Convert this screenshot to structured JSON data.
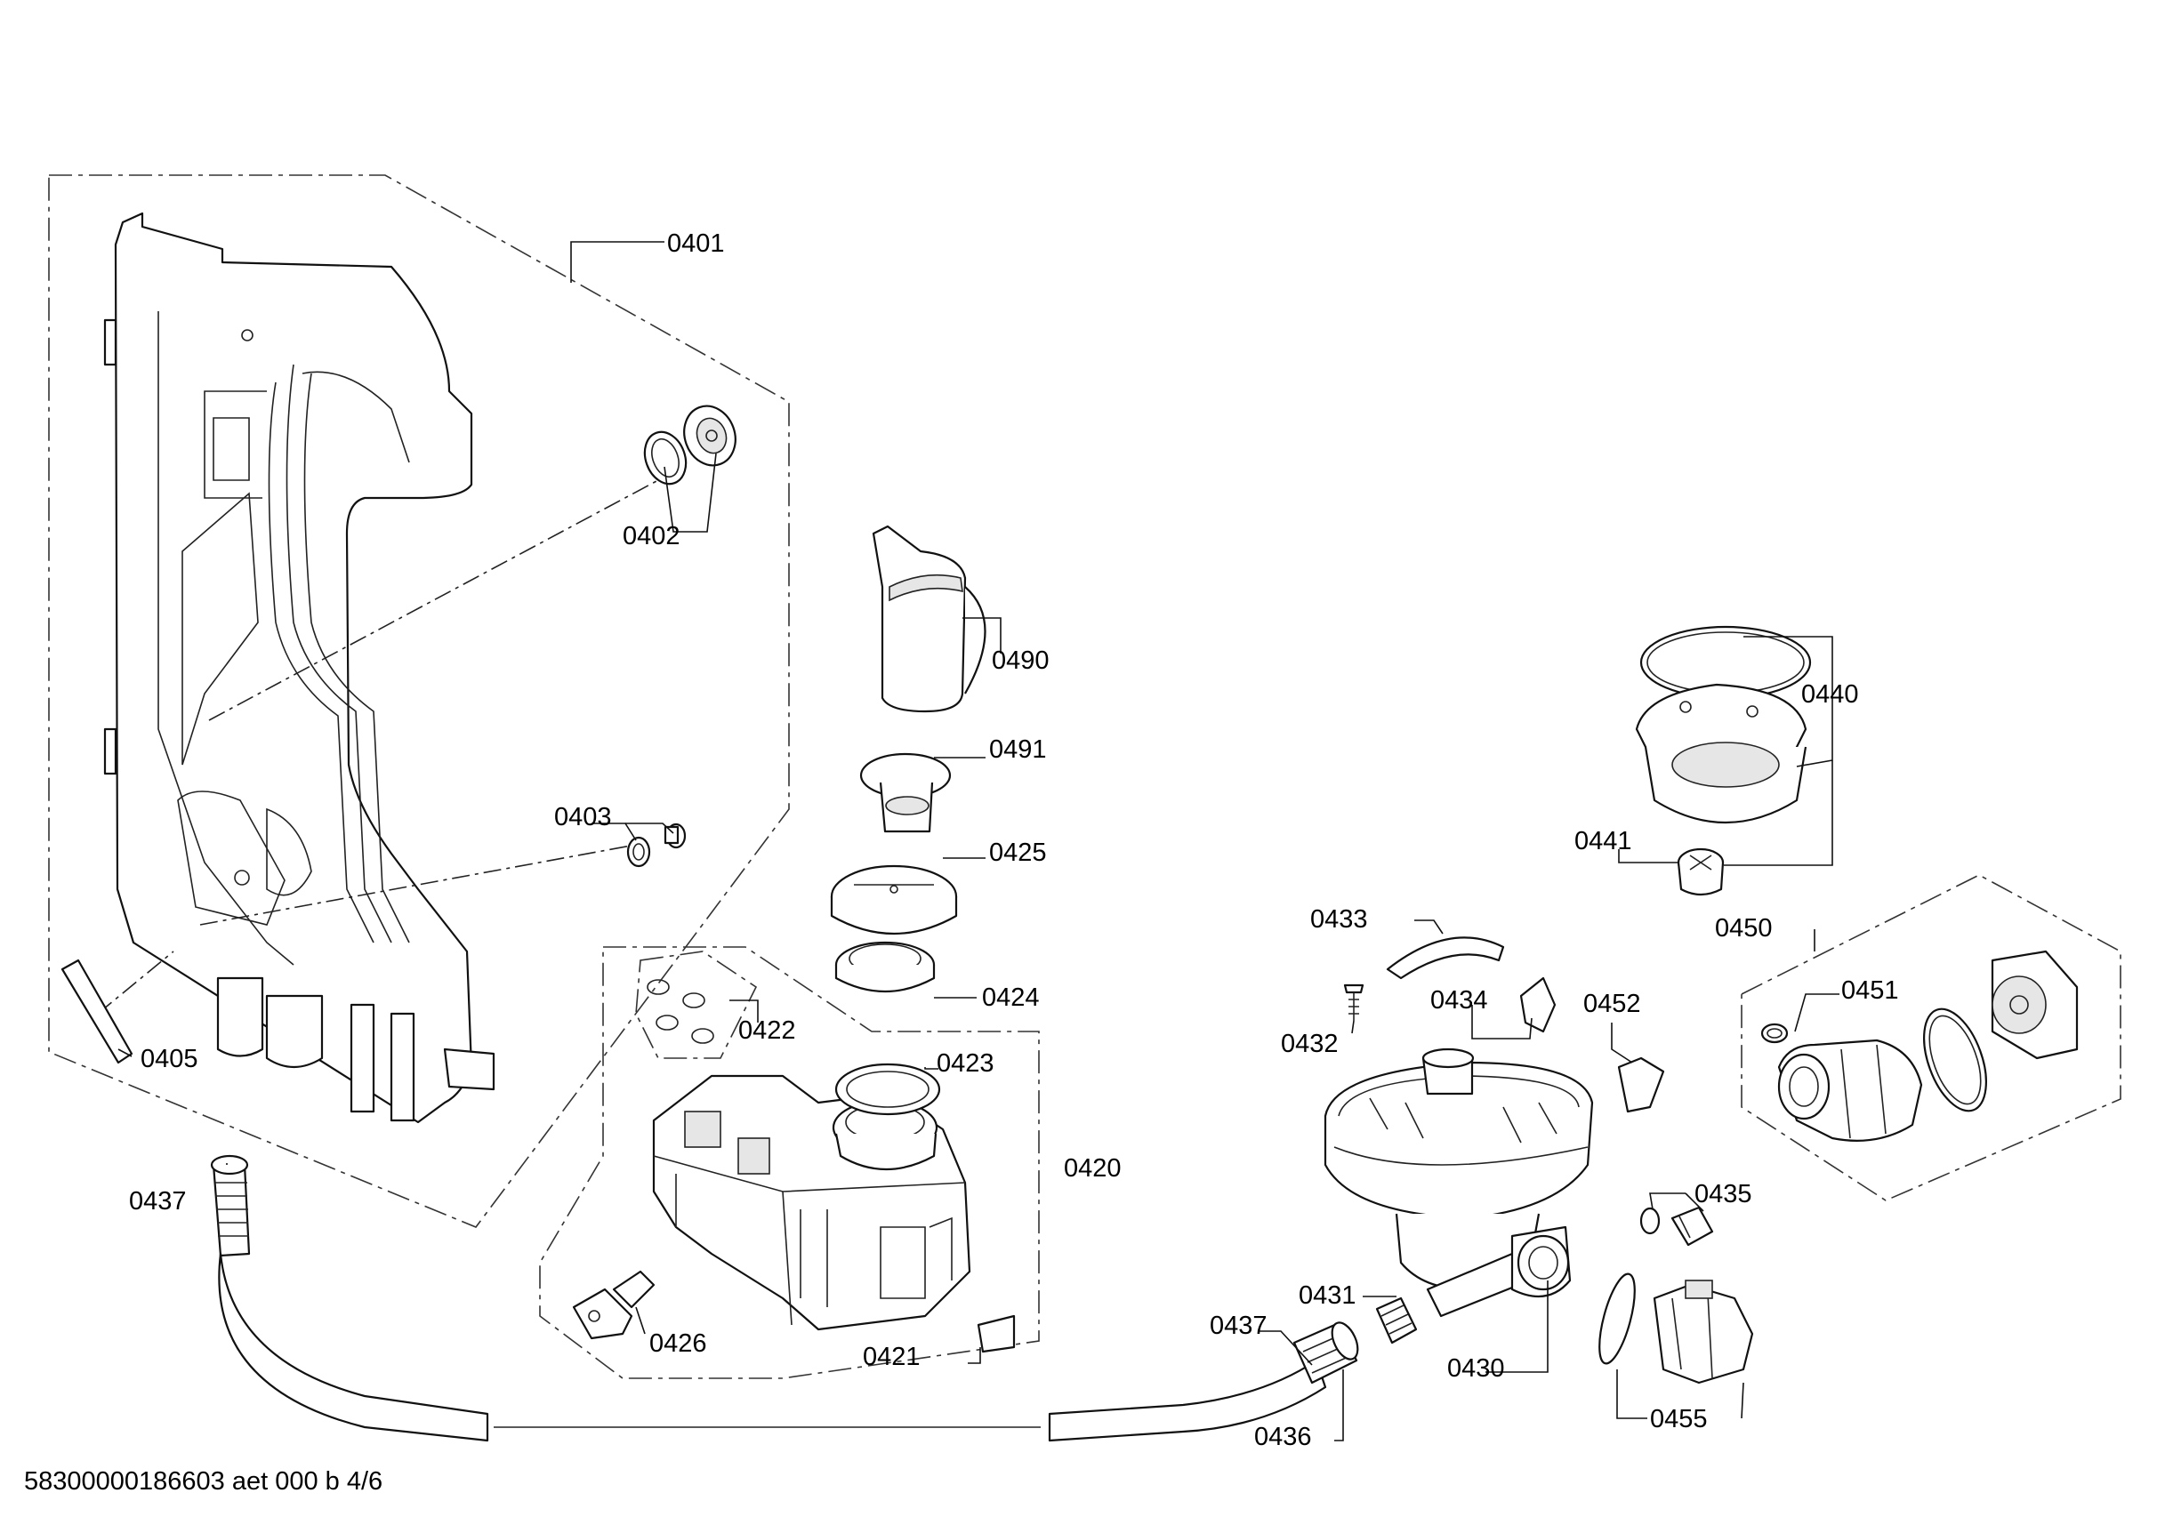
{
  "labels": {
    "p0401": "0401",
    "p0402": "0402",
    "p0403": "0403",
    "p0405": "0405",
    "p0490": "0490",
    "p0491": "0491",
    "p0425": "0425",
    "p0424": "0424",
    "p0422": "0422",
    "p0423": "0423",
    "p0420": "0420",
    "p0426": "0426",
    "p0421": "0421",
    "p0437a": "0437",
    "p0437b": "0437",
    "p0436": "0436",
    "p0431": "0431",
    "p0430": "0430",
    "p0433": "0433",
    "p0432": "0432",
    "p0434": "0434",
    "p0452": "0452",
    "p0435": "0435",
    "p0455": "0455",
    "p0440": "0440",
    "p0441": "0441",
    "p0450": "0450",
    "p0451": "0451"
  },
  "footer": "58300000186603 aet 000 b 4/6"
}
